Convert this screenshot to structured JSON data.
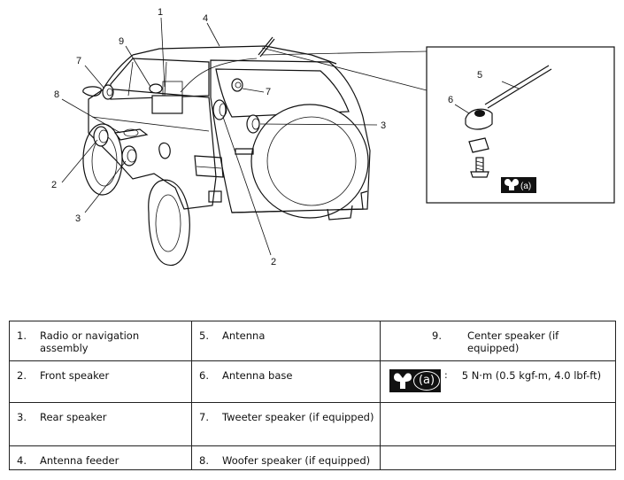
{
  "diagram": {
    "callouts": [
      "1",
      "4",
      "9",
      "7",
      "8",
      "2",
      "3",
      "7",
      "3",
      "2",
      "5",
      "6"
    ],
    "inset_badge_letter": "(a)",
    "icons": [
      "wrench-icon"
    ]
  },
  "legend": {
    "rows": [
      [
        {
          "num": "1.",
          "text": "Radio or navigation assembly"
        },
        {
          "num": "5.",
          "text": "Antenna"
        },
        {
          "num": "9.",
          "text": "Center speaker (if equipped)"
        }
      ],
      [
        {
          "num": "2.",
          "text": "Front speaker"
        },
        {
          "num": "6.",
          "text": "Antenna base"
        },
        {
          "badge_letter": "(a)",
          "colon": ":",
          "text": "5 N·m (0.5 kgf-m, 4.0 lbf-ft)"
        }
      ],
      [
        {
          "num": "3.",
          "text": "Rear speaker"
        },
        {
          "num": "7.",
          "text": "Tweeter speaker (if equipped)"
        },
        {
          "num": "",
          "text": ""
        }
      ],
      [
        {
          "num": "4.",
          "text": "Antenna feeder"
        },
        {
          "num": "8.",
          "text": "Woofer speaker (if equipped)"
        },
        {
          "num": "",
          "text": ""
        }
      ]
    ]
  }
}
